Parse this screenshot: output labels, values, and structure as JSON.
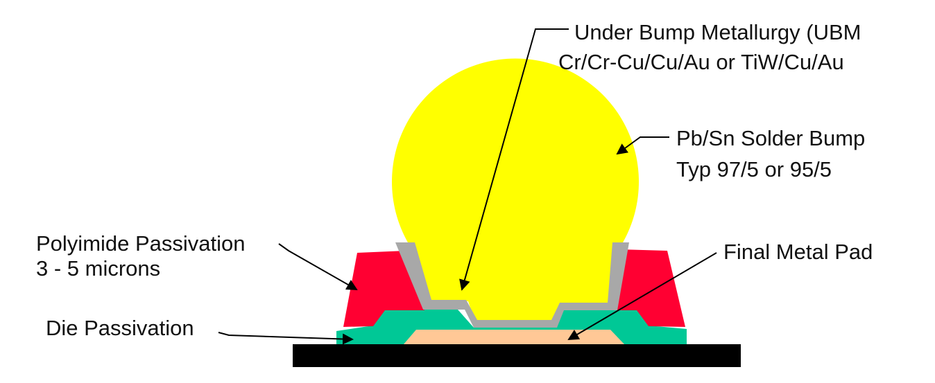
{
  "labels": {
    "ubm_line1": "Under Bump Metallurgy (UBM",
    "ubm_line2": "Cr/Cr-Cu/Cu/Au or TiW/Cu/Au",
    "solder_line1": "Pb/Sn Solder Bump",
    "solder_line2": "Typ 97/5 or 95/5",
    "polyimide_line1": "Polyimide Passivation",
    "polyimide_line2": "3 - 5 microns",
    "final_metal": "Final Metal Pad",
    "die_passivation": "Die Passivation"
  },
  "colors": {
    "substrate": "#000000",
    "die_passivation": "#00c896",
    "metal_pad": "#ffc896",
    "polyimide": "#ff0032",
    "ubm": "#a8a8a8",
    "solder": "#ffff00"
  }
}
